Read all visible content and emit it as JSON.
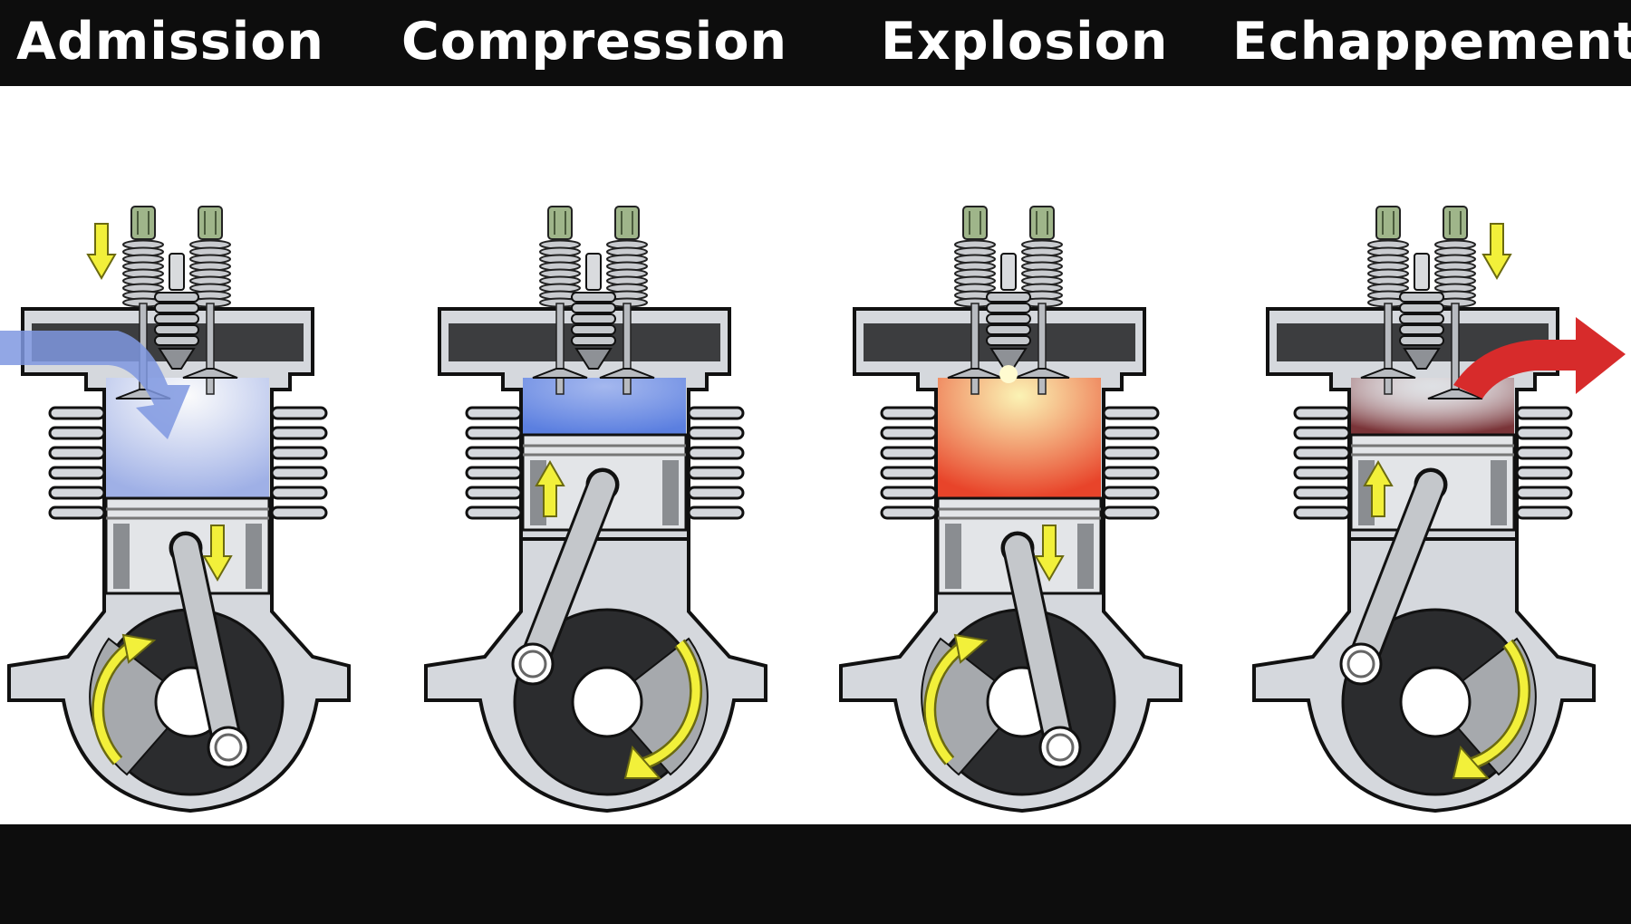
{
  "strokes": [
    {
      "title": "Admission",
      "piston_position": "bottom",
      "chamber_color": "#9fb0e6",
      "piston_arrow": "down",
      "valve_arrow": "left",
      "crank_side": "right",
      "crank_rotation": "up",
      "flow": "intake",
      "flow_color": "#7f98e0"
    },
    {
      "title": "Compression",
      "piston_position": "top",
      "chamber_color": "#5b7fe0",
      "piston_arrow": "up",
      "valve_arrow": "none",
      "crank_side": "left",
      "crank_rotation": "down",
      "flow": "none",
      "flow_color": ""
    },
    {
      "title": "Explosion",
      "piston_position": "bottom",
      "chamber_color": "#e8442a",
      "piston_arrow": "down",
      "valve_arrow": "none",
      "crank_side": "right",
      "crank_rotation": "up",
      "flow": "none",
      "flow_color": ""
    },
    {
      "title": "Echappement",
      "piston_position": "top",
      "chamber_color": "#7a3438",
      "piston_arrow": "up",
      "valve_arrow": "right",
      "crank_side": "left",
      "crank_rotation": "down",
      "flow": "exhaust",
      "flow_color": "#d72b2b"
    }
  ]
}
